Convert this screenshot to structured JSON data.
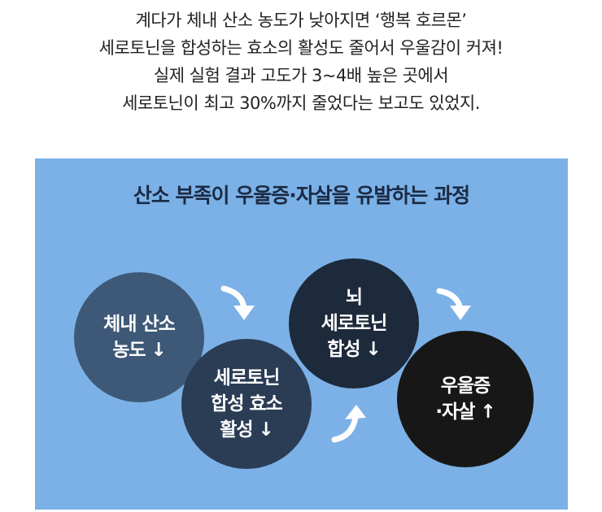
{
  "intro": {
    "lines": [
      "계다가 체내 산소 농도가 낮아지면 ‘행복 호르몬’",
      "세로토닌을 합성하는 효소의 활성도 줄어서 우울감이 커져!",
      "실제 실험 결과 고도가 3~4배 높은 곳에서",
      "세로토닌이 최고 30%까지 줄었다는 보고도 있었지."
    ]
  },
  "diagram": {
    "title": "산소 부족이 우울증·자살을 유발하는 과정",
    "arrow_color": "#ffffff",
    "panel_color": "#7bb1e6",
    "nodes": [
      {
        "lines": [
          "체내 산소",
          "농도 ↓"
        ],
        "color": "#3e5877"
      },
      {
        "lines": [
          "세로토닌",
          "합성 효소",
          "활성 ↓"
        ],
        "color": "#2b3d55"
      },
      {
        "lines": [
          "뇌",
          "세로토닌",
          "합성 ↓"
        ],
        "color": "#1d2a3b"
      },
      {
        "lines": [
          "우울증",
          "·자살 ↑"
        ],
        "color": "#171717"
      }
    ]
  }
}
